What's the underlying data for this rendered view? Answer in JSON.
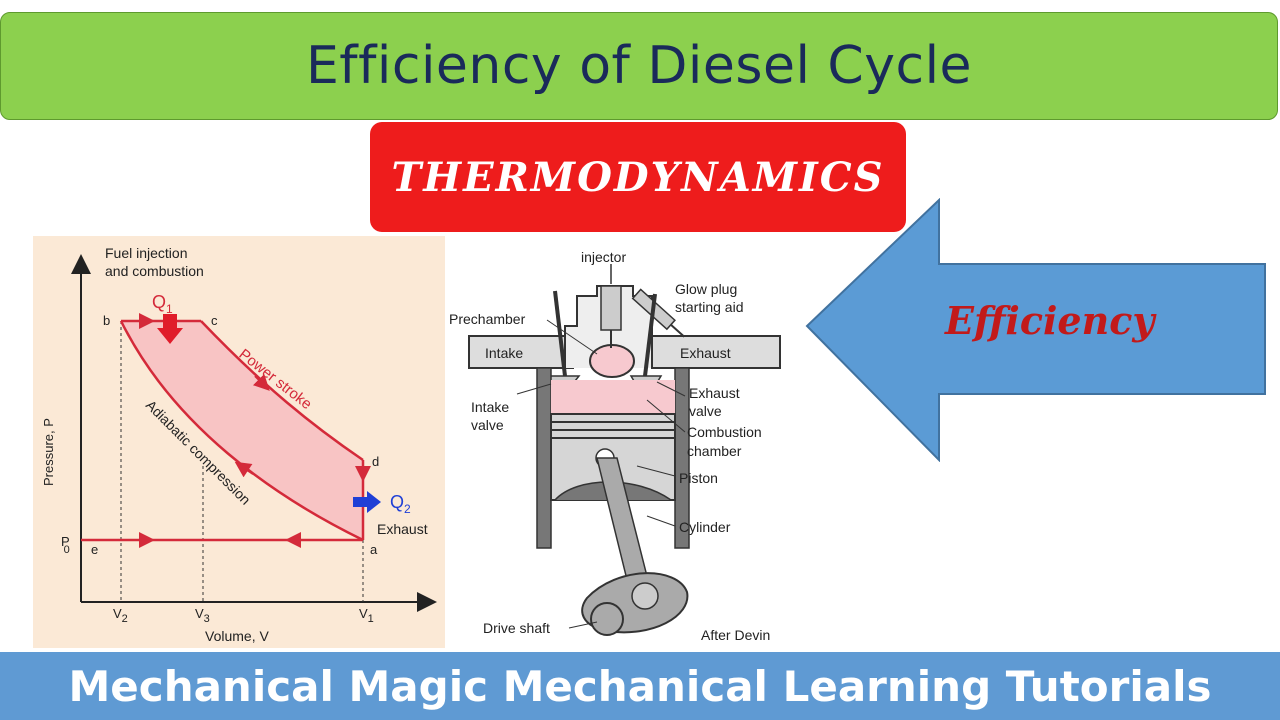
{
  "title": "Efficiency of Diesel Cycle",
  "subtitle": "THERMODYNAMICS",
  "arrow_label": "Efficiency",
  "footer": "Mechanical Magic Mechanical Learning Tutorials",
  "pv_diagram": {
    "heading_line1": "Fuel injection",
    "heading_line2": "and combustion",
    "q1": "Q",
    "q1_sub": "1",
    "q2": "Q",
    "q2_sub": "2",
    "point_b": "b",
    "point_c": "c",
    "point_d": "d",
    "point_a": "a",
    "point_e": "e",
    "power_stroke": "Power stroke",
    "adiabatic": "Adiabatic compression",
    "exhaust": "Exhaust",
    "y_axis": "Pressure, P",
    "x_axis": "Volume, V",
    "p0": "P",
    "p0_sub": "0",
    "v1": "V",
    "v1_sub": "1",
    "v2": "V",
    "v2_sub": "2",
    "v3": "V",
    "v3_sub": "3"
  },
  "engine": {
    "injector": "injector",
    "glow_plug_1": "Glow plug",
    "glow_plug_2": "starting aid",
    "prechamber": "Prechamber",
    "intake": "Intake",
    "exhaust": "Exhaust",
    "exhaust_valve_1": "Exhaust",
    "exhaust_valve_2": "valve",
    "intake_valve_1": "Intake",
    "intake_valve_2": "valve",
    "combustion_1": "Combustion",
    "combustion_2": "chamber",
    "piston": "Piston",
    "cylinder": "Cylinder",
    "drive_shaft": "Drive shaft",
    "credit": "After Devin"
  },
  "colors": {
    "title_bg": "#8cd04e",
    "title_text": "#1a2a5a",
    "subtitle_bg": "#ee1c1c",
    "arrow_fill": "#5b9bd5",
    "arrow_text": "#c21a1a",
    "footer_bg": "#5f9ad3",
    "cycle_line": "#d42a3a",
    "cycle_fill": "#f8c4c4"
  }
}
